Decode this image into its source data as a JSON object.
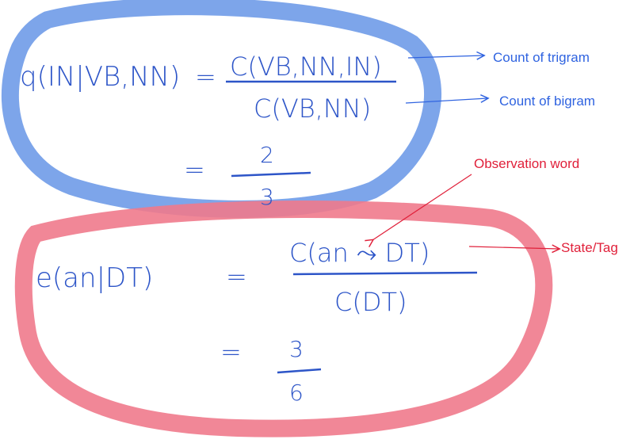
{
  "colors": {
    "blue_highlight": "#6f9be8",
    "red_highlight": "#f07a8c",
    "ink": "#2d55c8",
    "blue_note": "#2f63e0",
    "red_note": "#e0203a"
  },
  "transition": {
    "lhs": "q(IN|VB,NN)",
    "equals": "=",
    "numerator": "C(VB,NN,IN)",
    "denominator": "C(VB,NN)",
    "result_equals": "=",
    "result_num": "2",
    "result_den": "3",
    "note_numerator": "Count of trigram",
    "note_denominator": "Count of bigram"
  },
  "emission": {
    "lhs": "e(an|DT)",
    "equals": "=",
    "numerator": "C(an ⤳ DT)",
    "denominator": "C(DT)",
    "result_equals": "=",
    "result_num": "3",
    "result_den": "6",
    "note_word": "Observation word",
    "note_tag": "State/Tag"
  }
}
